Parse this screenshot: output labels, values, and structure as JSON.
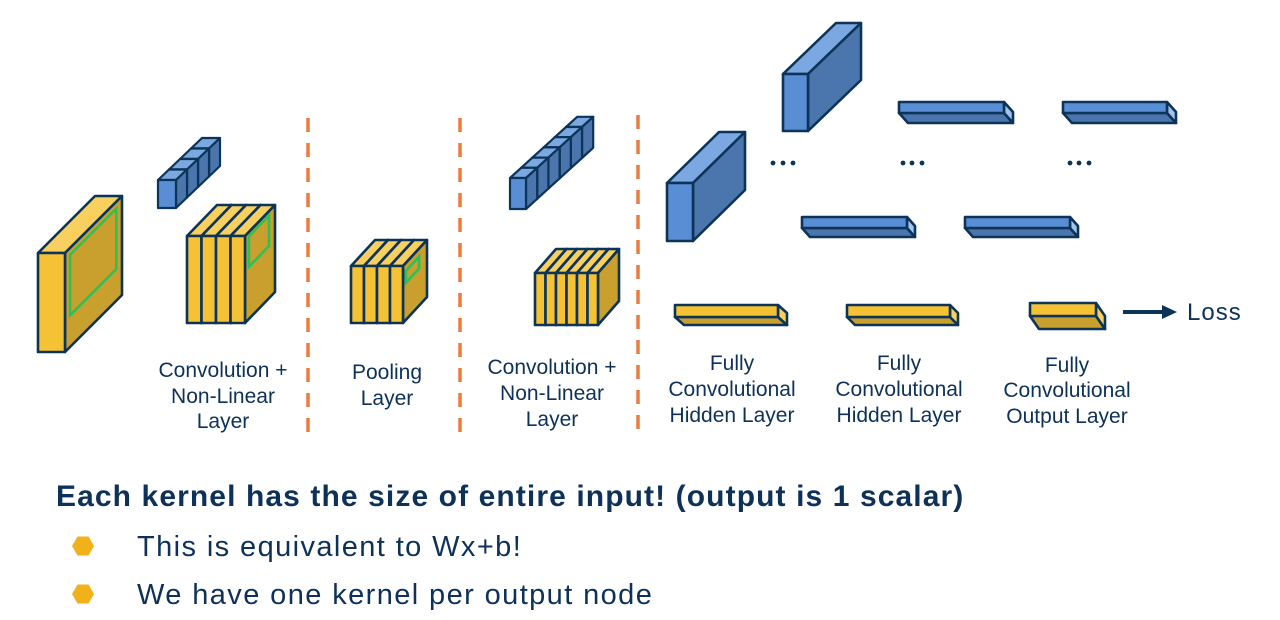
{
  "diagram": {
    "labels": {
      "conv1": [
        "Convolution +",
        "Non-Linear",
        "Layer"
      ],
      "pool": [
        "Pooling",
        "Layer"
      ],
      "conv2": [
        "Convolution +",
        "Non-Linear",
        "Layer"
      ],
      "fc1": [
        "Fully",
        "Convolutional",
        "Hidden Layer"
      ],
      "fc2": [
        "Fully",
        "Convolutional",
        "Hidden Layer"
      ],
      "fc_out": [
        "Fully",
        "Convolutional",
        "Output Layer"
      ]
    },
    "loss_label": "Loss",
    "conv1_kernel_cubes": 4,
    "conv1_feature_slices": 4,
    "pool_slices": 4,
    "conv2_kernel_cubes": 6,
    "conv2_feature_slices": 6,
    "icons": {
      "ellipsis": "ellipsis-icon",
      "arrow": "arrow-right-icon",
      "bullet": "hexagon-bullet-icon"
    }
  },
  "text": {
    "heading": "Each kernel has the size of entire input! (output is 1 scalar)",
    "bullets": [
      "This is equivalent to Wx+b!",
      "We have one kernel per output node"
    ]
  },
  "colors": {
    "outline": "#0c3358",
    "text": "#0d3158",
    "yellow_front": "#f6c235",
    "yellow_top": "#f8d060",
    "yellow_side": "#c9a02e",
    "blue_front": "#5a8ed4",
    "blue_top": "#7ba8e0",
    "blue_side": "#4a76ad",
    "blue_end": "#a3c3ea",
    "receptive_field": "#2bc159",
    "separator": "#f07a3c",
    "bullet": "#f0b11a"
  }
}
